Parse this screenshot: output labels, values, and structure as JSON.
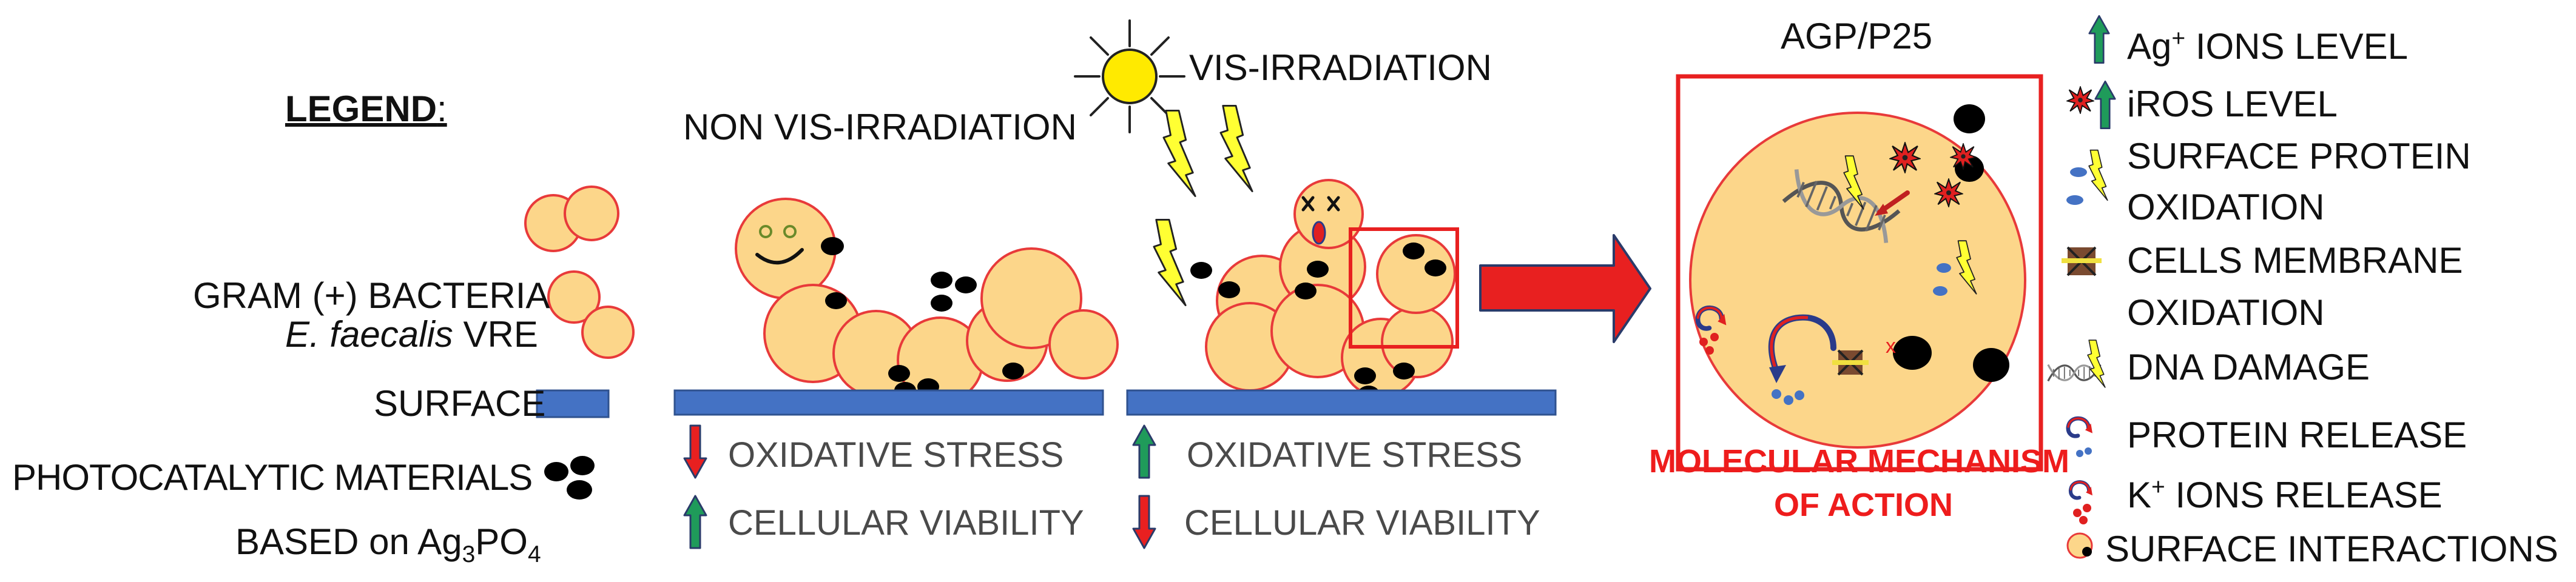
{
  "legend": {
    "title": "LEGEND",
    "title_suffix": ":",
    "bacteria_line1": "GRAM (+) BACTERIA",
    "bacteria_species": "E. faecalis",
    "bacteria_strain": " VRE",
    "surface": "SURFACE",
    "materials_line1": "PHOTOCATALYTIC MATERIALS",
    "materials_line2_prefix": "BASED on Ag",
    "materials_sub1": "3",
    "materials_mid": "PO",
    "materials_sub2": "4"
  },
  "scenes": {
    "non_vis_title": "NON VIS-IRRADIATION",
    "vis_title": "VIS-IRRADIATION",
    "agp_title": "AGP/P25"
  },
  "effects": {
    "non_vis": [
      {
        "direction": "down",
        "label": "OXIDATIVE STRESS"
      },
      {
        "direction": "up",
        "label": "CELLULAR VIABILITY"
      }
    ],
    "vis": [
      {
        "direction": "up",
        "label": "OXIDATIVE STRESS"
      },
      {
        "direction": "down",
        "label": "CELLULAR VIABILITY"
      }
    ]
  },
  "mechanism": {
    "line1": "MOLECULAR MECHANISM",
    "line2": "OF ACTION"
  },
  "key": {
    "ag_prefix": "Ag",
    "ag_sup": "+",
    "ag_suffix": " IONS LEVEL",
    "iros": "iROS LEVEL",
    "surface_protein_1": "SURFACE PROTEIN",
    "surface_protein_2": "OXIDATION",
    "membrane_1": "CELLS MEMBRANE",
    "membrane_2": "OXIDATION",
    "dna": "DNA DAMAGE",
    "protein_release": "PROTEIN RELEASE",
    "k_prefix": "K",
    "k_sup": "+",
    "k_suffix": " IONS RELEASE",
    "surface_interactions": "SURFACE INTERACTIONS"
  },
  "colors": {
    "cell_fill": "#fcd68a",
    "cell_stroke": "#e83a3a",
    "surface": "#4472c4",
    "arrow_red": "#e82020",
    "arrow_green": "#1f9b5a",
    "lightning": "#ffff33",
    "sun": "#ffea00",
    "particle": "#000000"
  }
}
